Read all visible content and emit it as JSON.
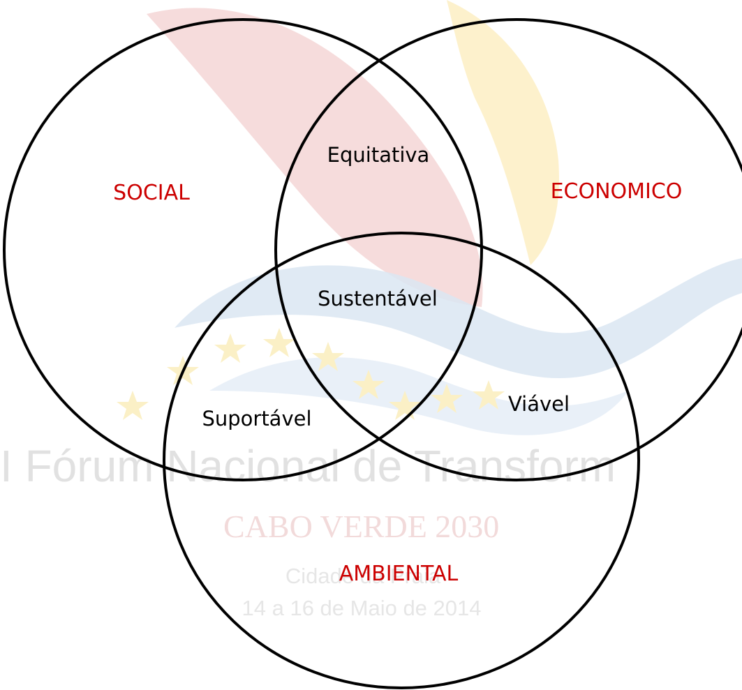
{
  "background": {
    "watermark_title": "I Fórum Nacional de Transform",
    "watermark_subtitle": "CABO VERDE 2030",
    "watermark_city": "Cidade da Praia",
    "watermark_dates": "14 a 16 de Maio de 2014",
    "colors": {
      "red": "#f3d6d6",
      "yellow": "#fdf0c8",
      "blue": "#dbe6f2",
      "star": "#faf0c8"
    }
  },
  "diagram": {
    "circles": [
      {
        "name": "social",
        "label": "SOCIAL"
      },
      {
        "name": "economico",
        "label": "ECONOMICO"
      },
      {
        "name": "ambiental",
        "label": "AMBIENTAL"
      }
    ],
    "overlaps": {
      "social_economico": "Equitativa",
      "all_three": "Sustentável",
      "social_ambiental": "Suportável",
      "economico_ambiental": "Viável"
    },
    "label_color": "#cc0000",
    "stroke_color": "#000000"
  }
}
